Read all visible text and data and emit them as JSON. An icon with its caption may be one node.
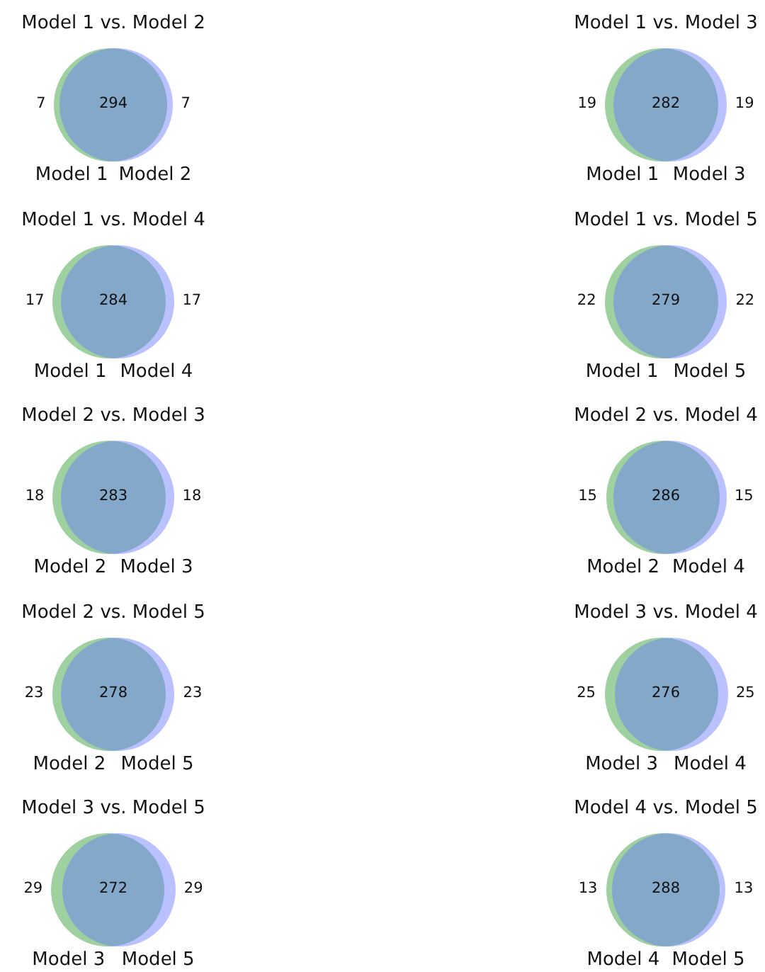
{
  "diagram": {
    "nodes": [
      {
        "text": [
          "Model 1 vs. Model 2"
        ]
      },
      {
        "text": [
          "7"
        ],
        "in": 0,
        "beside": [
          "Model 1"
        ]
      },
      {
        "text": [
          "7"
        ],
        "in": 0,
        "beside": [
          "Model 2"
        ]
      },
      {
        "text": [
          "Model 1 vs. Model 3"
        ]
      },
      {
        "text": [
          "19"
        ],
        "in": 3,
        "beside": [
          "Model 1"
        ]
      },
      {
        "text": [
          "19"
        ],
        "in": 3,
        "beside": [
          "Model 3"
        ]
      },
      {
        "text": [
          "Model 1 vs. Model 4"
        ]
      },
      {
        "text": [
          "17"
        ],
        "in": 6,
        "beside": [
          "Model 1"
        ]
      },
      {
        "text": [
          "17"
        ],
        "in": 6,
        "beside": [
          "Model 4"
        ]
      },
      {
        "text": [
          "Model 1 vs. Model 5"
        ]
      },
      {
        "text": [
          "22"
        ],
        "in": 9,
        "beside": [
          "Model 1"
        ]
      },
      {
        "text": [
          "22"
        ],
        "in": 9,
        "beside": [
          "Model 5"
        ]
      },
      {
        "text": [
          "Model 2 vs. Model 3"
        ]
      },
      {
        "text": [
          "18"
        ],
        "in": 12,
        "beside": [
          "Model 2"
        ]
      },
      {
        "text": [
          "18"
        ],
        "in": 12,
        "beside": [
          "Model 3"
        ]
      },
      {
        "text": [
          "Model 2 vs. Model 4"
        ]
      },
      {
        "text": [
          "15"
        ],
        "in": 15,
        "beside": [
          "Model 2"
        ]
      },
      {
        "text": [
          "15"
        ],
        "in": 15,
        "beside": [
          "Model 4"
        ]
      },
      {
        "text": [
          "Model 2 vs. Model 5"
        ]
      },
      {
        "text": [
          "23"
        ],
        "in": 18,
        "beside": [
          "Model 2"
        ]
      },
      {
        "text": [
          "23"
        ],
        "in": 18,
        "beside": [
          "Model 5"
        ]
      },
      {
        "text": [
          "Model 3 vs. Model 4"
        ]
      },
      {
        "text": [
          "25"
        ],
        "in": 21,
        "beside": [
          "Model 3"
        ]
      },
      {
        "text": [
          "25"
        ],
        "in": 21,
        "beside": [
          "Model 4"
        ]
      },
      {
        "text": [
          "Model 3 vs. Model 5"
        ]
      },
      {
        "text": [
          "29"
        ],
        "in": 24,
        "beside": [
          "Model 3"
        ]
      },
      {
        "text": [
          "29"
        ],
        "in": 24,
        "beside": [
          "Model 5"
        ]
      },
      {
        "text": [
          "Model 4 vs. Model 5"
        ]
      },
      {
        "text": [
          "13"
        ],
        "in": 27,
        "beside": [
          "Model 4"
        ]
      },
      {
        "text": [
          "13"
        ],
        "in": 27,
        "beside": [
          "Model 5"
        ]
      }
    ],
    "labels": [
      "294",
      "282",
      "284",
      "279",
      "283",
      "286",
      "278",
      "276",
      "272",
      "288"
    ]
  }
}
